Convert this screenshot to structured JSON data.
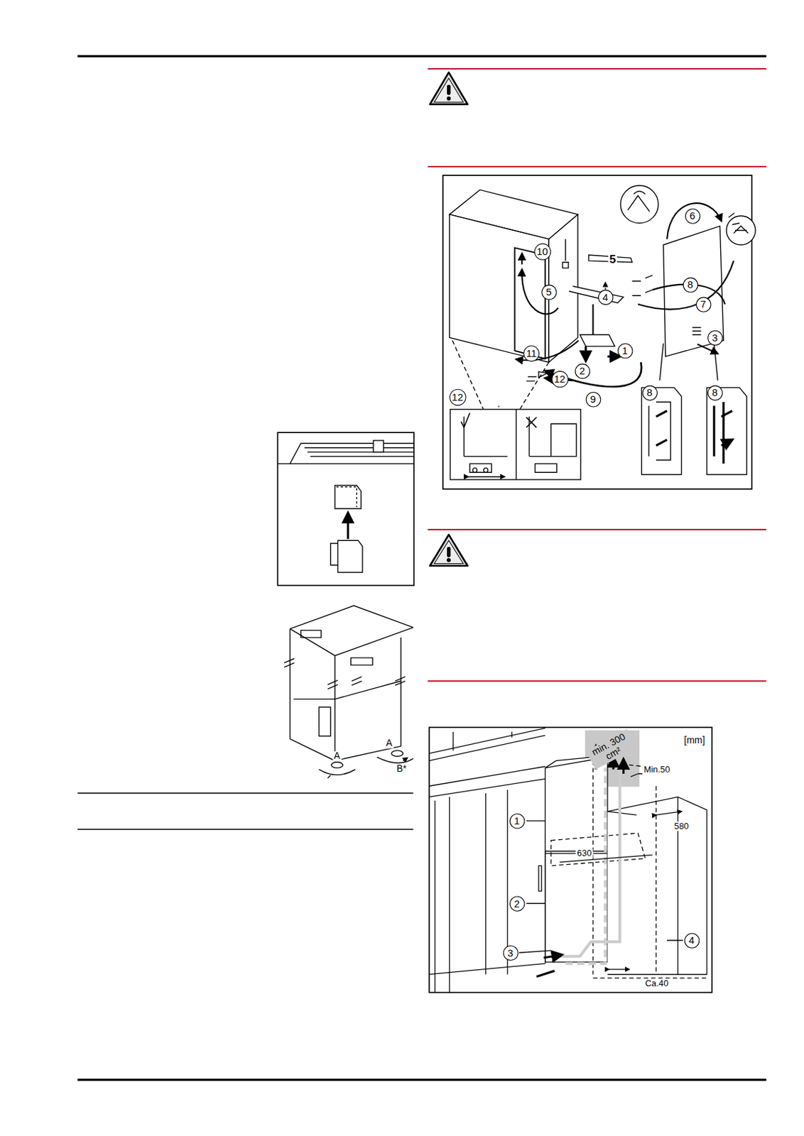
{
  "diagram": {
    "nodes": [
      {
        "text": [
          "10"
        ]
      },
      {
        "text": [
          "6"
        ]
      },
      {
        "text": [
          "5"
        ]
      },
      {
        "text": [
          "4"
        ]
      },
      {
        "text": [
          "8"
        ]
      },
      {
        "text": [
          "7"
        ]
      },
      {
        "text": [
          "3"
        ]
      },
      {
        "text": [
          "1"
        ]
      },
      {
        "text": [
          "11"
        ]
      },
      {
        "text": [
          "2"
        ]
      },
      {
        "text": [
          "12"
        ]
      },
      {
        "text": [
          "9"
        ]
      },
      {
        "text": [
          "12"
        ]
      },
      {
        "text": [
          "8"
        ]
      },
      {
        "text": [
          "8"
        ]
      },
      {
        "text": [
          "1"
        ]
      },
      {
        "text": [
          "2"
        ]
      },
      {
        "text": [
          "3"
        ]
      },
      {
        "text": [
          "4"
        ]
      }
    ],
    "labels": [
      "5",
      "A",
      "A",
      "B*",
      "[mm]",
      "min. 300 cm²",
      "Min.50",
      "580",
      "630",
      "Ca.40"
    ]
  }
}
